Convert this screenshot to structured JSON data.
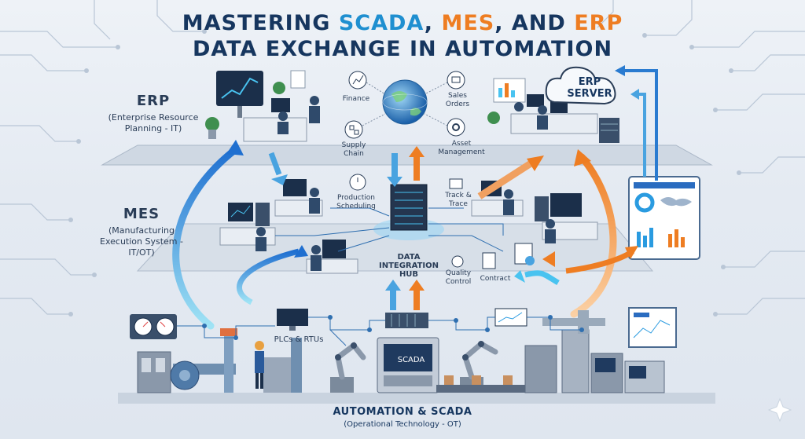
{
  "title": {
    "line1_part1": "MASTERING ",
    "line1_scada": "SCADA",
    "line1_sep1": ", ",
    "line1_mes": "MES",
    "line1_sep2": ", AND ",
    "line1_erp": "ERP",
    "line2": "DATA EXCHANGE IN AUTOMATION"
  },
  "layers": {
    "erp": {
      "name": "ERP",
      "desc_line1": "(Enterprise Resource",
      "desc_line2": "Planning - IT)"
    },
    "mes": {
      "name": "MES",
      "desc_line1": "(Manufacturing",
      "desc_line2": "Execution System -",
      "desc_line3": "IT/OT)"
    },
    "ot": {
      "name": "AUTOMATION & SCADA",
      "desc": "(Operational Technology - OT)"
    }
  },
  "erp_functions": {
    "finance": "Finance",
    "sales_orders_line1": "Sales",
    "sales_orders_line2": "Orders",
    "supply_chain_line1": "Supply",
    "supply_chain_line2": "Chain",
    "asset_management_line1": "Asset",
    "asset_management_line2": "Management"
  },
  "erp_server": {
    "line1": "ERP",
    "line2": "SERVER"
  },
  "mes_functions": {
    "production_line1": "Production",
    "production_line2": "Scheduling",
    "track_line1": "Track &",
    "track_line2": "Trace",
    "quality_line1": "Quality",
    "quality_line2": "Control",
    "contract": "Contract"
  },
  "hub": {
    "line1": "DATA",
    "line2": "INTEGRATION",
    "line3": "HUB"
  },
  "ot": {
    "plcs": "PLCs & RTUs",
    "scada": "SCADA"
  },
  "colors": {
    "navy": "#16365f",
    "cyan": "#1f8fd0",
    "orange": "#ee7d22",
    "platform": "#c9d3df",
    "circuit": "#b7c4d4"
  }
}
